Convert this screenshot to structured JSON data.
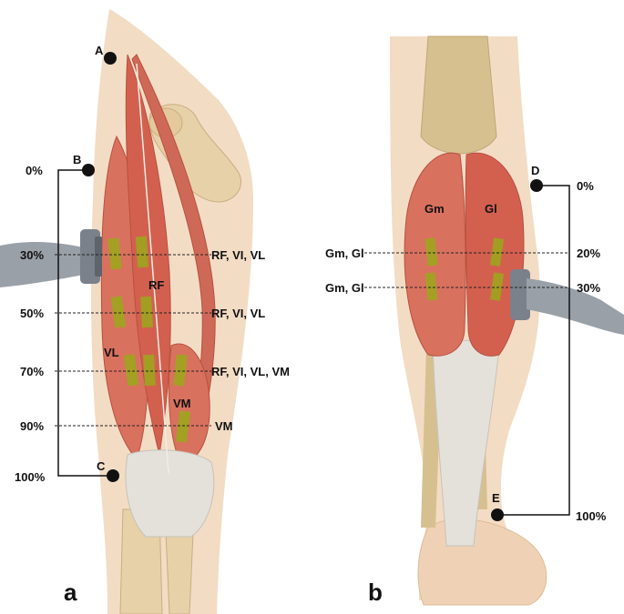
{
  "colors": {
    "skin": "#f3dcc4",
    "skin_shadow": "#e8c6a6",
    "muscle": "#d9715f",
    "muscle_dark": "#c2564a",
    "tendon": "#e4e1da",
    "bone": "#e7d1a8",
    "probe": "#8b9099",
    "site": "#9aa81a",
    "ink": "#111111"
  },
  "panel_a": {
    "label": "a",
    "points": {
      "A": "A",
      "B": "B",
      "C": "C"
    },
    "muscles": {
      "RF": "RF",
      "VL": "VL",
      "VM": "VM"
    },
    "levels": [
      {
        "pct": "0%"
      },
      {
        "pct": "30%",
        "muscles": "RF, VI, VL"
      },
      {
        "pct": "50%",
        "muscles": "RF, VI, VL"
      },
      {
        "pct": "70%",
        "muscles": "RF, VI, VL, VM"
      },
      {
        "pct": "90%",
        "muscles": "VM"
      },
      {
        "pct": "100%"
      }
    ]
  },
  "panel_b": {
    "label": "b",
    "points": {
      "D": "D",
      "E": "E"
    },
    "muscles": {
      "Gm": "Gm",
      "Gl": "Gl"
    },
    "levels": [
      {
        "pct": "0%"
      },
      {
        "pct": "20%",
        "muscles": "Gm, Gl"
      },
      {
        "pct": "30%",
        "muscles": "Gm, Gl"
      },
      {
        "pct": "100%"
      }
    ]
  }
}
